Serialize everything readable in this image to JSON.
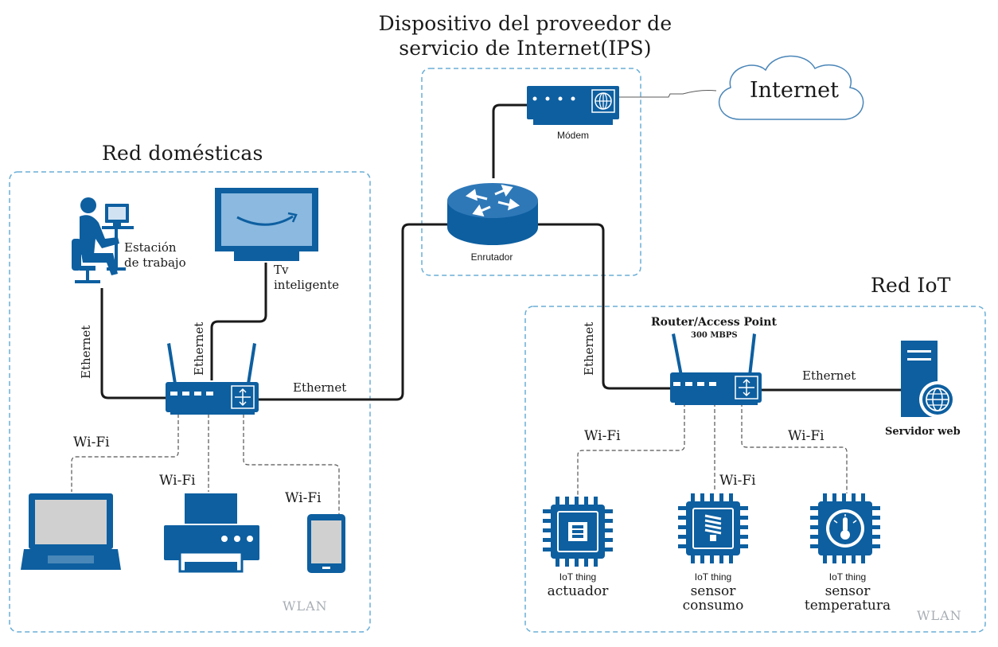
{
  "sections": {
    "isp_title_line1": "Dispositivo del proveedor de",
    "isp_title_line2": "servicio de Internet(IPS)",
    "home_title": "Red domésticas",
    "iot_title": "Red IoT"
  },
  "cloud": {
    "label": "Internet",
    "icon": "cloud-icon"
  },
  "isp": {
    "modem_label": "Módem",
    "router_label": "Enrutador"
  },
  "home": {
    "workstation_line1": "Estación",
    "workstation_line2": "de trabajo",
    "tv_line1": "Tv",
    "tv_line2": "inteligente",
    "ethernet_workstation": "Ethernet",
    "ethernet_tv": "Ethernet",
    "ethernet_uplink": "Ethernet",
    "wifi_laptop": "Wi-Fi",
    "wifi_printer": "Wi-Fi",
    "wifi_tablet": "Wi-Fi",
    "wlan": "WLAN"
  },
  "iot": {
    "ap_label": "Router/Access Point",
    "ap_speed": "300 MBPS",
    "ethernet_uplink": "Ethernet",
    "ethernet_server": "Ethernet",
    "server_label": "Servidor web",
    "wifi_actuator": "Wi-Fi",
    "wifi_consumo": "Wi-Fi",
    "wifi_temp": "Wi-Fi",
    "things": [
      {
        "tag": "IoT thing",
        "name_line1": "actuador",
        "name_line2": ""
      },
      {
        "tag": "IoT thing",
        "name_line1": "sensor",
        "name_line2": "consumo"
      },
      {
        "tag": "IoT thing",
        "name_line1": "sensor",
        "name_line2": "temperatura"
      }
    ],
    "wlan": "WLAN"
  },
  "colors": {
    "device_blue": "#0d5fa0",
    "screen_blue": "#8bb9e0",
    "zone_border": "#6aaed6",
    "cable": "#1a1a1a",
    "wlan_text": "#a8aeb4"
  }
}
